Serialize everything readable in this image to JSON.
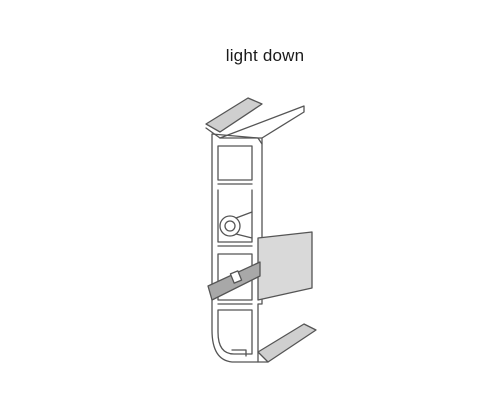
{
  "caption": "light down",
  "colors": {
    "outline": "#555555",
    "panel": "#d9d9d9",
    "strip": "#cfcfcf",
    "bracket": "#a8a8a8",
    "background": "#ffffff"
  },
  "icons": [
    "profile-section",
    "led-panel",
    "mounting-clip",
    "end-cap"
  ]
}
